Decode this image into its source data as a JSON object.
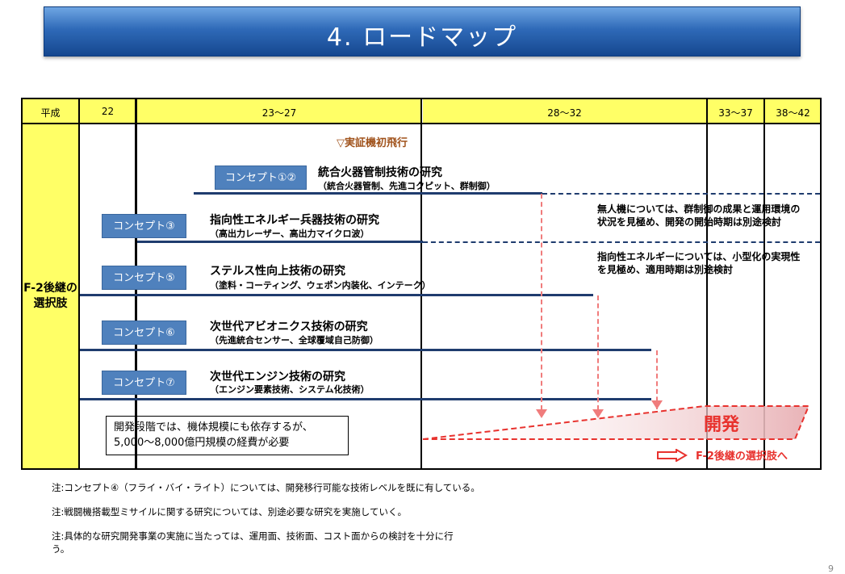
{
  "header": {
    "title": "4. ロードマップ"
  },
  "table": {
    "columns": [
      "平成",
      "22",
      "23～27",
      "28～32",
      "33～37",
      "38～42"
    ],
    "row_label": "F-2後継の選択肢"
  },
  "milestone": "▽実証機初飛行",
  "research": [
    {
      "concept": "コンセプト①②",
      "title": "統合火器管制技術の研究",
      "subtitle": "（統合火器管制、先進コクピット、群制御）"
    },
    {
      "concept": "コンセプト③",
      "title": "指向性エネルギー兵器技術の研究",
      "subtitle": "（高出力レーザー、高出力マイクロ波）"
    },
    {
      "concept": "コンセプト⑤",
      "title": "ステルス性向上技術の研究",
      "subtitle": "（塗料・コーティング、ウェポン内装化、インテーク）"
    },
    {
      "concept": "コンセプト⑥",
      "title": "次世代アビオニクス技術の研究",
      "subtitle": "（先進統合センサー、全球覆域自己防御）"
    },
    {
      "concept": "コンセプト⑦",
      "title": "次世代エンジン技術の研究",
      "subtitle": "（エンジン要素技術、システム化技術）"
    }
  ],
  "notes": {
    "unmanned": [
      "無人機については、群制御の成果と運用環境の",
      "状況を見極め、開発の開始時期は別途検討"
    ],
    "energy": [
      "指向性エネルギーについては、小型化の実現性",
      "を見極め、適用時期は別途検討"
    ]
  },
  "cost_note": [
    "開発段階では、機体規模にも依存するが、",
    "5,000～8,000億円規模の経費が必要"
  ],
  "development_label": "開発",
  "selection_label": "F-2後継の選択肢へ",
  "footnotes": [
    "注:コンセプト④（フライ・バイ・ライト）については、開発移行可能な技術レベルを既に有している。",
    "注:戦闘機搭載型ミサイルに関する研究については、別途必要な研究を実施していく。",
    "注:具体的な研究開発事業の実施に当たっては、運用面、技術面、コスト面からの検討を十分に行",
    "う。"
  ],
  "page_number": "9",
  "colors": {
    "banner": "#2f6ab8",
    "header_fill": "#ffff66",
    "concept_box": "#4f81bd",
    "research_line": "#1f3c6e",
    "development": "#e8322e",
    "milestone_text": "#a0521b"
  }
}
